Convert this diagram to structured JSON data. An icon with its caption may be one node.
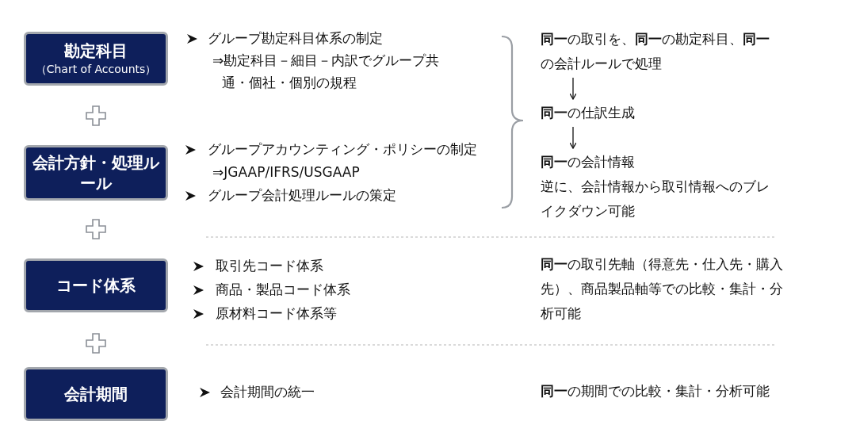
{
  "diagram": {
    "nodes": [
      {
        "text": [
          "勘定科目",
          "（Chart of Accounts）"
        ]
      },
      {
        "text": [
          "会計方針・処理ルール"
        ]
      },
      {
        "text": [
          "コード体系"
        ]
      },
      {
        "text": [
          "会計期間"
        ]
      },
      {
        "text": [
          "**同一**の取引を、**同一**の勘定科目、**同一**の会計ルールで処理"
        ]
      },
      {
        "text": [
          "**同一**の仕訳生成"
        ]
      },
      {
        "text": [
          "**同一**の会計情報",
          "逆に、会計情報から取引情報へのブレイクダウン可能"
        ]
      }
    ],
    "edges": [
      {
        "from": 4,
        "to": 5,
        "arrow": "to"
      },
      {
        "from": 5,
        "to": 6,
        "arrow": "to"
      }
    ],
    "labels": [
      "グループ勘定科目体系の制定",
      "⇒勘定科目－細目－内訳でグループ共通・個社・個別の規程",
      "グループアカウンティング・ポリシーの制定",
      "⇒JGAAP/IFRS/USGAAP",
      "グループ会計処理ルールの策定",
      "取引先コード体系",
      "商品・製品コード体系",
      "原材料コード体系等",
      "**同一**の取引先軸（得意先・仕入先・購入先）、商品製品軸等での比較・集計・分析可能",
      "会計期間の統一",
      "**同一**の期間での比較・集計・分析可能"
    ]
  }
}
